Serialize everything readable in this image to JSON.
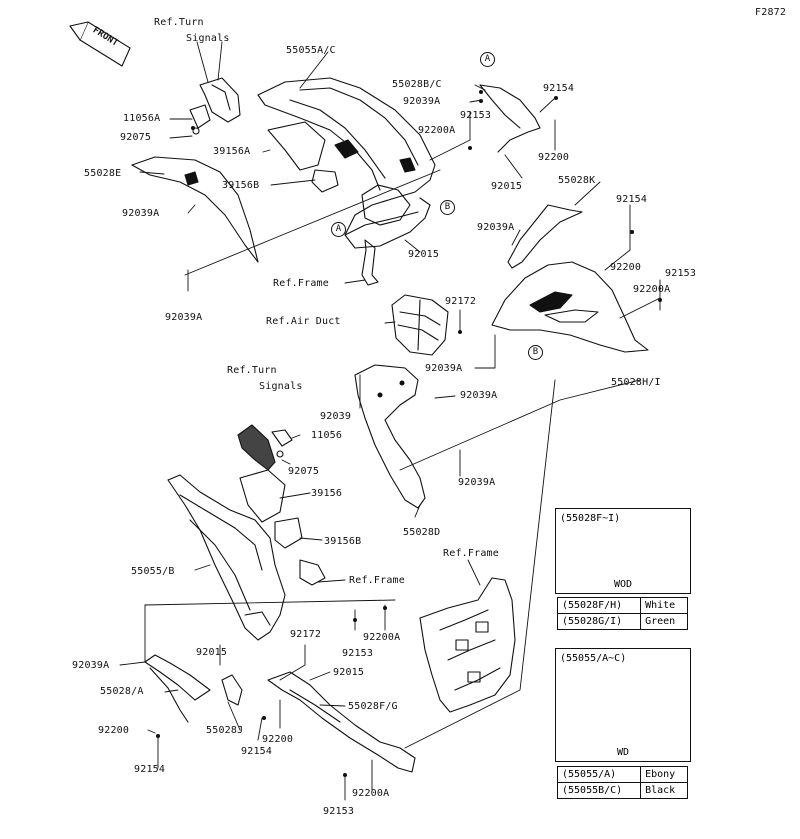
{
  "figure_code": "F2872",
  "front_label": "FRONT",
  "labels": {
    "ref_turn_signals_top_1": "Ref.Turn",
    "ref_turn_signals_top_2": "Signals",
    "p55055ac": "55055A/C",
    "p11056a": "11056A",
    "p92075_top": "92075",
    "p39156a": "39156A",
    "p55028e": "55028E",
    "p39156b_top": "39156B",
    "p92039a_left": "92039A",
    "p92039a_bottom_left": "92039A",
    "ref_frame_top": "Ref.Frame",
    "p55028bc": "55028B/C",
    "p92039a_top_mid": "92039A",
    "p92153_top": "92153",
    "p92200a_top": "92200A",
    "p92154_top": "92154",
    "p92200_top": "92200",
    "p92015_right": "92015",
    "p92015_mid": "92015",
    "p55028k": "55028K",
    "p92154_right": "92154",
    "p92039a_right": "92039A",
    "p92200_right": "92200",
    "p92153_right": "92153",
    "p92200a_right": "92200A",
    "p92172_mid": "92172",
    "ref_air_duct": "Ref.Air Duct",
    "p92039a_duct": "92039A",
    "p55028hi": "55028H/I",
    "ref_turn_signals_mid_1": "Ref.Turn",
    "ref_turn_signals_mid_2": "Signals",
    "p92039_mid": "92039",
    "p92039a_mid_right": "92039A",
    "p11056": "11056",
    "p92075_mid": "92075",
    "p92039a_lower_right": "92039A",
    "p39156": "39156",
    "p55028d": "55028D",
    "p39156b_mid": "39156B",
    "p55055b": "55055/B",
    "ref_frame_mid": "Ref.Frame",
    "ref_frame_right": "Ref.Frame",
    "p92039a_low_left": "92039A",
    "p92015_low": "92015",
    "p92172_low": "92172",
    "p92153_low": "92153",
    "p92200a_low": "92200A",
    "p92015_low2": "92015",
    "p55028a": "55028/A",
    "p55028fg": "55028F/G",
    "p92200_low_left": "92200",
    "p55028j": "55028J",
    "p92200_low_mid": "92200",
    "p92154_low_left": "92154",
    "p92154_low_mid": "92154",
    "p92200a_bottom": "92200A",
    "p92153_bottom": "92153"
  },
  "callouts": {
    "a_top": "A",
    "a_left": "A",
    "b_top": "B",
    "b_right": "B"
  },
  "inset_wod": {
    "caption": "(55028F~I)",
    "footer": "WOD",
    "rows": [
      {
        "code": "(55028F/H)",
        "color": "White"
      },
      {
        "code": "(55028G/I)",
        "color": "Green"
      }
    ]
  },
  "inset_wd": {
    "caption": "(55055/A~C)",
    "footer": "WD",
    "rows": [
      {
        "code": "(55055/A)",
        "color": "Ebony"
      },
      {
        "code": "(55055B/C)",
        "color": "Black"
      }
    ]
  }
}
